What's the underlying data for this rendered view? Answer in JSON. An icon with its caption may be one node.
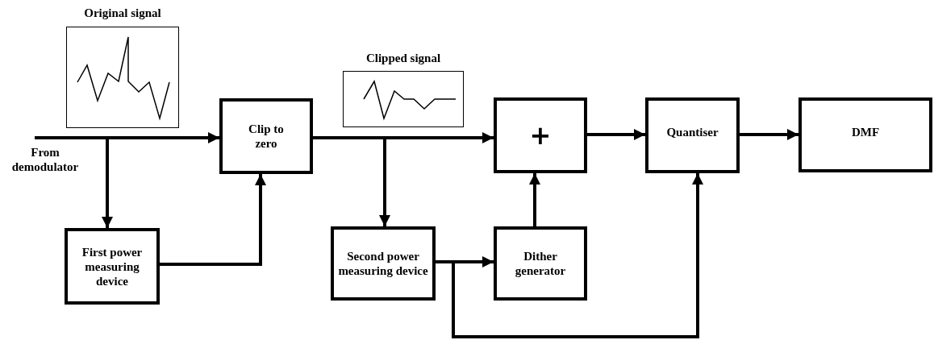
{
  "diagram": {
    "nodes": [
      {
        "text": [
          "Original signal"
        ]
      },
      {
        "text": [
          "Clip to zero"
        ]
      },
      {
        "text": [
          "First power measuring device"
        ]
      },
      {
        "text": [
          "Clipped signal"
        ]
      },
      {
        "text": [
          "+"
        ]
      },
      {
        "text": [
          "Second power measuring device"
        ]
      },
      {
        "text": [
          "Dither generator"
        ]
      },
      {
        "text": [
          "Quantiser"
        ]
      },
      {
        "text": [
          "DMF"
        ]
      }
    ],
    "edges": [
      {
        "from": null,
        "to": 1,
        "arrow": "to"
      },
      {
        "from": null,
        "to": 2,
        "arrow": "to"
      },
      {
        "from": 2,
        "to": 1,
        "arrow": "to"
      },
      {
        "from": 1,
        "to": 4,
        "arrow": "to"
      },
      {
        "from": 1,
        "to": 5,
        "arrow": "to"
      },
      {
        "from": 5,
        "to": 6,
        "arrow": "to"
      },
      {
        "from": 5,
        "to": 7,
        "arrow": "to"
      },
      {
        "from": 6,
        "to": 4,
        "arrow": "to"
      },
      {
        "from": 4,
        "to": 7,
        "arrow": "to"
      },
      {
        "from": 7,
        "to": 8,
        "arrow": "to"
      }
    ],
    "labels": [
      "From demodulator"
    ]
  }
}
